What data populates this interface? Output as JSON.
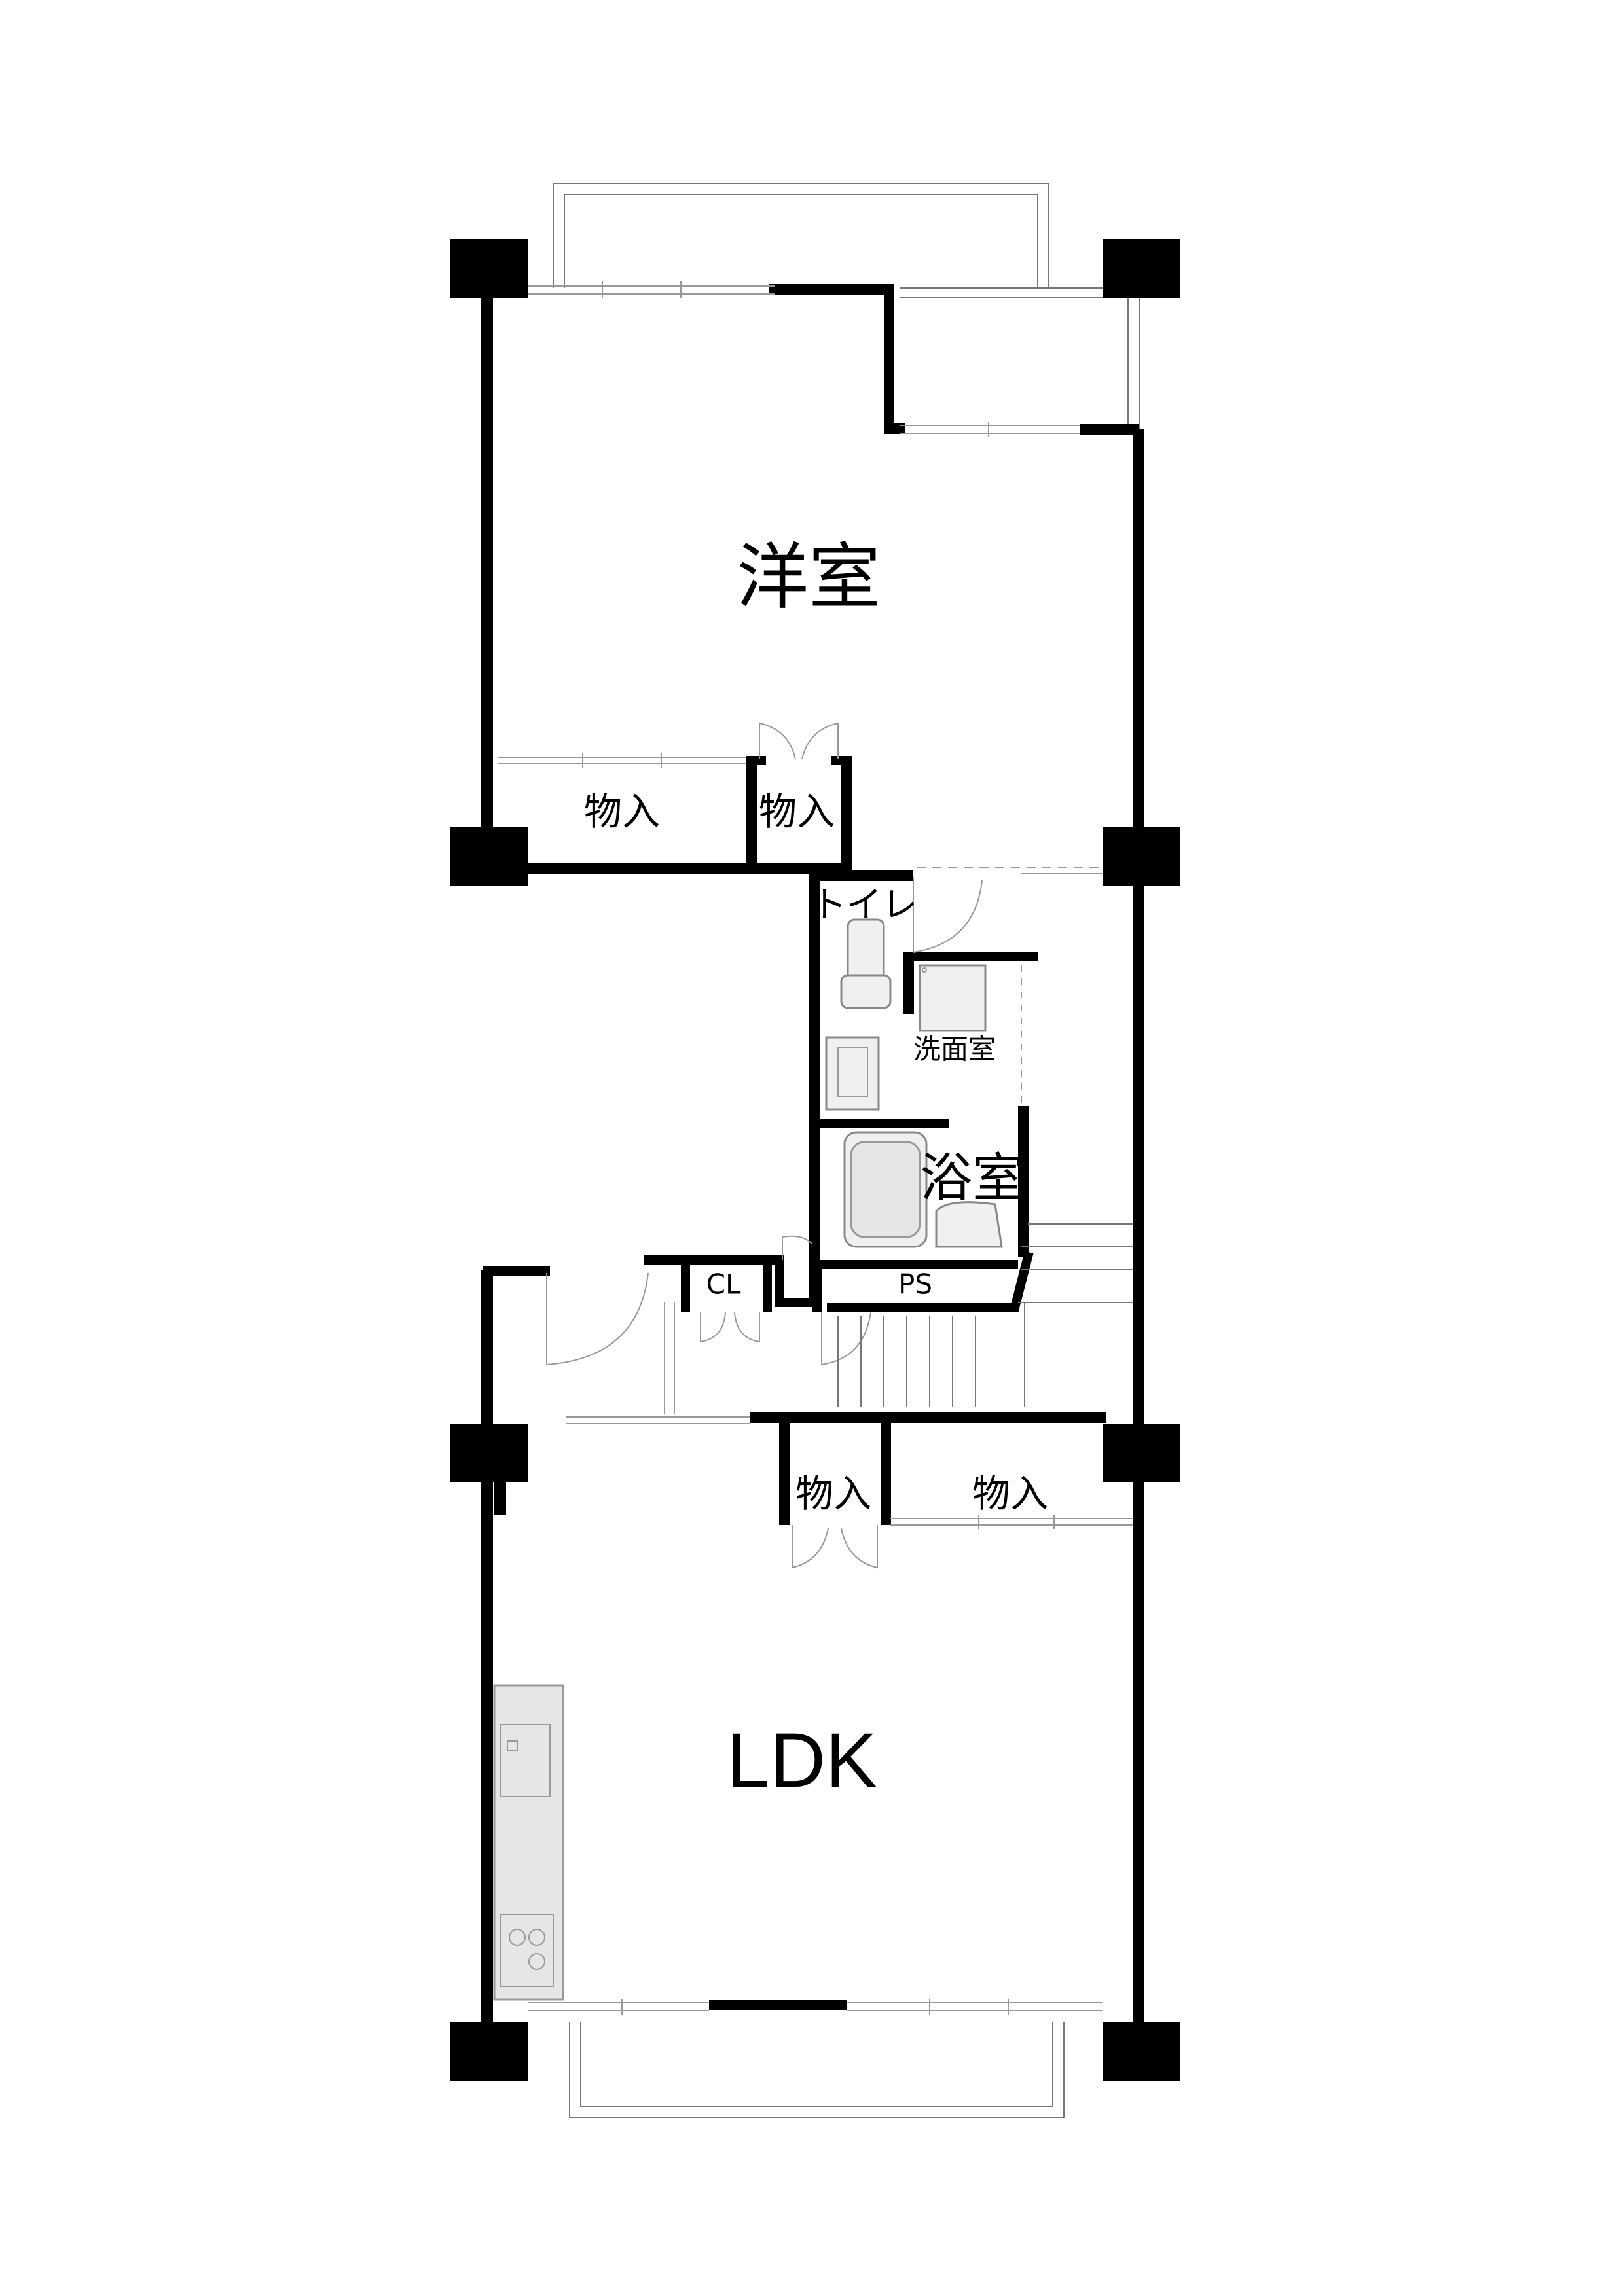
{
  "rooms": {
    "western_room": "洋室",
    "storage_upper_left": "物入",
    "storage_upper_right": "物入",
    "toilet": "トイレ",
    "washroom": "洗面室",
    "bathroom": "浴室",
    "closet": "CL",
    "pipe_space": "PS",
    "storage_lower_left": "物入",
    "storage_lower_right": "物入",
    "ldk": "LDK"
  },
  "colors": {
    "wall": "#000000",
    "fixture": "#e6e6e6",
    "background": "#ffffff"
  }
}
